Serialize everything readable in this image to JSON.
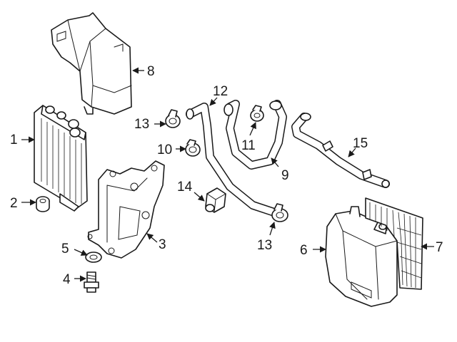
{
  "callouts": {
    "c1": "1",
    "c2": "2",
    "c3": "3",
    "c4": "4",
    "c5": "5",
    "c6": "6",
    "c7": "7",
    "c8": "8",
    "c9": "9",
    "c10": "10",
    "c11": "11",
    "c12": "12",
    "c13a": "13",
    "c13b": "13",
    "c14": "14",
    "c15": "15"
  },
  "colors": {
    "line": "#1a1a1a",
    "background": "#ffffff"
  }
}
